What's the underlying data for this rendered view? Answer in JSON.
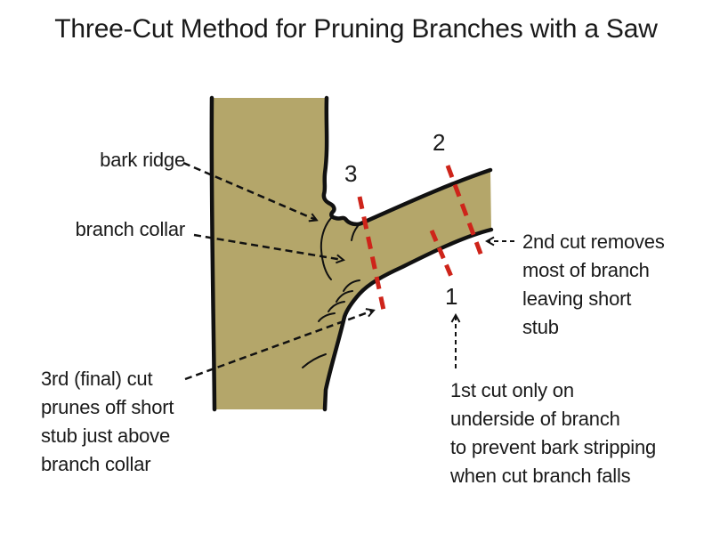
{
  "title": "Three-Cut Method for Pruning Branches with a Saw",
  "labels": {
    "bark_ridge": "bark ridge",
    "branch_collar": "branch collar",
    "cut3_number": "3",
    "cut2_number": "2",
    "cut1_number": "1"
  },
  "notes": {
    "second_cut": "2nd cut removes\nmost of branch\nleaving short\nstub",
    "third_cut": "3rd (final) cut\nprunes off short\nstub just above\nbranch collar",
    "first_cut": "1st cut only on\nunderside of branch\nto prevent bark stripping\nwhen cut branch falls"
  },
  "colors": {
    "background": "#ffffff",
    "trunk_fill": "#b4a66a",
    "outline": "#111111",
    "cut_line_red": "#ce241a",
    "text": "#1a1a1a"
  }
}
